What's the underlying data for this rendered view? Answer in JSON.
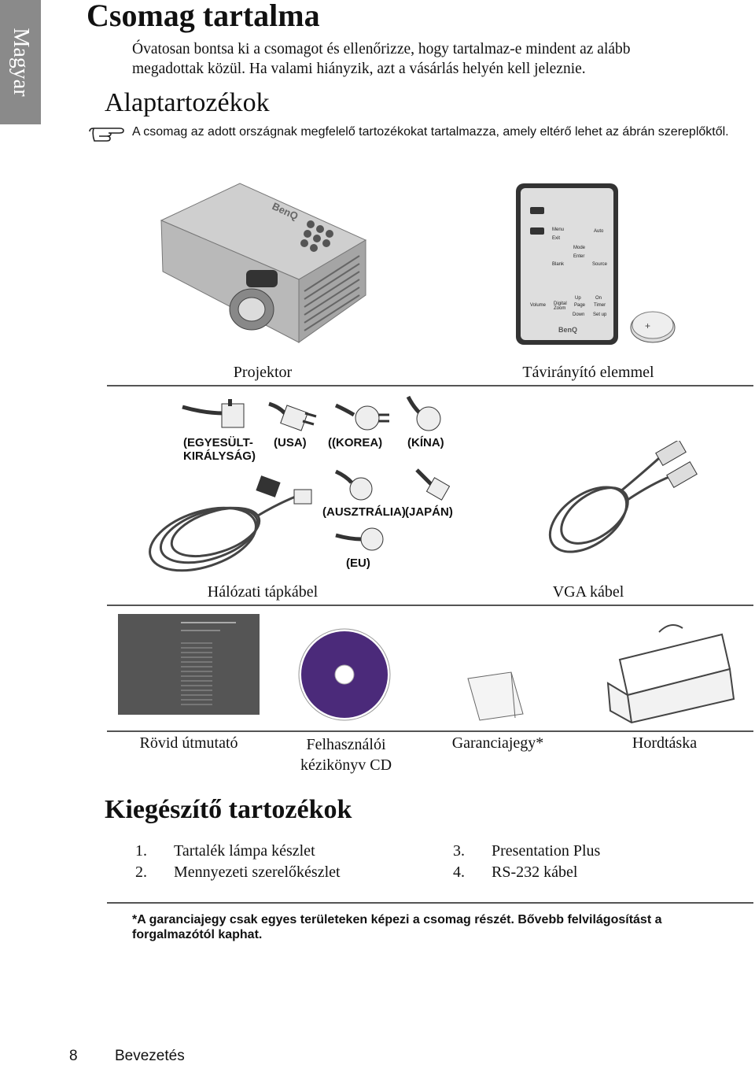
{
  "side_tab": "Magyar",
  "title": "Csomag tartalma",
  "intro": "Óvatosan bontsa ki a csomagot és ellenőrizze, hogy tartalmaz-e mindent az alább megadottak közül. Ha valami hiányzik, azt a vásárlás helyén kell jeleznie.",
  "standard": {
    "heading": "Alaptartozékok",
    "note": "A csomag az adott országnak megfelelő tartozékokat tartalmazza, amely eltérő lehet az ábrán szereplőktől.",
    "captions": {
      "projector": "Projektor",
      "remote": "Távirányító elemmel",
      "power_cord": "Hálózati tápkábel",
      "vga": "VGA kábel",
      "quick_guide": "Rövid útmutató",
      "manual_cd_1": "Felhasználói",
      "manual_cd_2": "kézikönyv CD",
      "warranty": "Garanciajegy*",
      "case": "Hordtáska"
    },
    "plugs": {
      "uk_1": "(EGYESÜLT-",
      "uk_2": "KIRÁLYSÁG)",
      "usa": "(USA)",
      "korea": "((KOREA)",
      "china": "(KÍNA)",
      "australia": "(AUSZTRÁLIA)",
      "japan": "(JAPÁN)",
      "eu": "(EU)"
    },
    "remote_labels": {
      "menu": "Menu",
      "exit": "Exit",
      "auto": "Auto",
      "mode": "Mode",
      "enter": "Enter",
      "blank": "Blank",
      "source": "Source",
      "volume": "Volume",
      "digital_zoom": "Digital Zoom",
      "up": "Up",
      "page": "Page",
      "down": "Down",
      "on": "On",
      "timer": "Timer",
      "setup": "Set up",
      "brand": "BenQ"
    }
  },
  "optional": {
    "heading": "Kiegészítő tartozékok",
    "items": [
      {
        "num": "1.",
        "text": "Tartalék lámpa készlet"
      },
      {
        "num": "2.",
        "text": "Mennyezeti szerelőkészlet"
      },
      {
        "num": "3.",
        "text": "Presentation Plus"
      },
      {
        "num": "4.",
        "text": "RS-232 kábel"
      }
    ]
  },
  "footnote": "*A garanciajegy csak egyes területeken képezi a csomag részét. Bővebb felvilágosítást a forgalmazótól kaphat.",
  "footer": {
    "page": "8",
    "section": "Bevezetés"
  },
  "colors": {
    "tab": "#8a8a8a",
    "cd": "#4b2a7a",
    "guide": "#555555"
  }
}
